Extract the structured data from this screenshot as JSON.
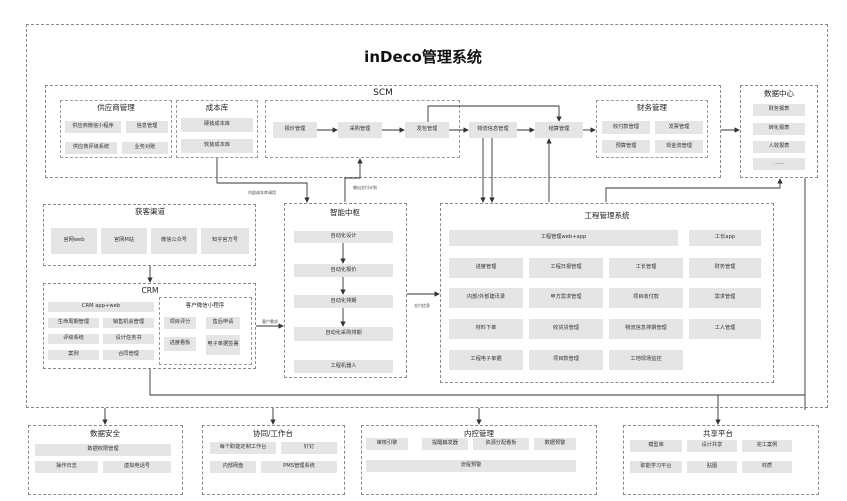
{
  "title": "inDeco管理系统",
  "scm": {
    "title": "SCM",
    "supplier": {
      "title": "供应商管理",
      "items": [
        "供应商微信小程序",
        "信息管理",
        "供应商评级系统",
        "业务对账"
      ]
    },
    "cost": {
      "title": "成本库",
      "items": [
        "硬装成本库",
        "软装成本库"
      ]
    },
    "flow": [
      "报价管理",
      "采购管理",
      "发包管理"
    ],
    "logistics": "物流信息管理",
    "settlement": "结算管理",
    "finance": {
      "title": "财务管理",
      "items": [
        "收付款管理",
        "发票管理",
        "预算管理",
        "现金流管理"
      ]
    }
  },
  "data_center": {
    "title": "数据中心",
    "items": [
      "财务报表",
      "转化报表",
      "人效报表",
      "……"
    ]
  },
  "acquire": {
    "title": "获客渠道",
    "items": [
      "官网web",
      "官网M站",
      "微信公众号",
      "知乎官方号"
    ]
  },
  "crm": {
    "title": "CRM",
    "app": "CRM app+web",
    "items": [
      "生命周期管理",
      "销售机会管理",
      "评级系统",
      "设计任务书",
      "案例",
      "合同管理"
    ],
    "wechat": {
      "title": "客户微信小程序",
      "items": [
        "项目评分",
        "售后申请",
        "进度看板",
        "电子单据签署"
      ]
    }
  },
  "ai": {
    "title": "智能中枢",
    "items": [
      "自动化设计",
      "自动化报价",
      "自动化排期",
      "自动化采购排期",
      "工程机器人"
    ]
  },
  "engineering": {
    "title": "工程管理系统",
    "app": "工程管理web+app",
    "worker_app": "工长app",
    "grid": [
      [
        "进度管理",
        "工程日报管理",
        "工长管理",
        "财务管理"
      ],
      [
        "内部/外部建讯录",
        "甲方需求管理",
        "项目收付款",
        "需求管理"
      ],
      [
        "材料下单",
        "收货货管理",
        "物流信息排期管理",
        "工人管理"
      ],
      [
        "工程电子单据",
        "项目款管理",
        "工地现场监控"
      ]
    ]
  },
  "flow_labels": {
    "cost_to_ai": "内部成本库调用",
    "ai_to_scm": "输出交付计划",
    "crm_to_ai": "客户需求",
    "ai_to_eng": "交付信息"
  },
  "bottom": {
    "security": {
      "title": "数据安全",
      "items": [
        "数据权限管理",
        "操作日志",
        "虚拟电话号"
      ]
    },
    "collab": {
      "title": "协同/工作台",
      "items": [
        "每个职能定制工作台",
        "钉钉",
        "内部网盘",
        "PMS管理系统"
      ]
    },
    "control": {
      "title": "内控管理",
      "items": [
        "审核引擎",
        "提醒触发器",
        "资源分配看板",
        "数据预警",
        "流程预警"
      ]
    },
    "share": {
      "title": "共享平台",
      "items": [
        "模型库",
        "设计共享",
        "完工案例",
        "职能学习平台",
        "贴图",
        "材质"
      ]
    }
  }
}
